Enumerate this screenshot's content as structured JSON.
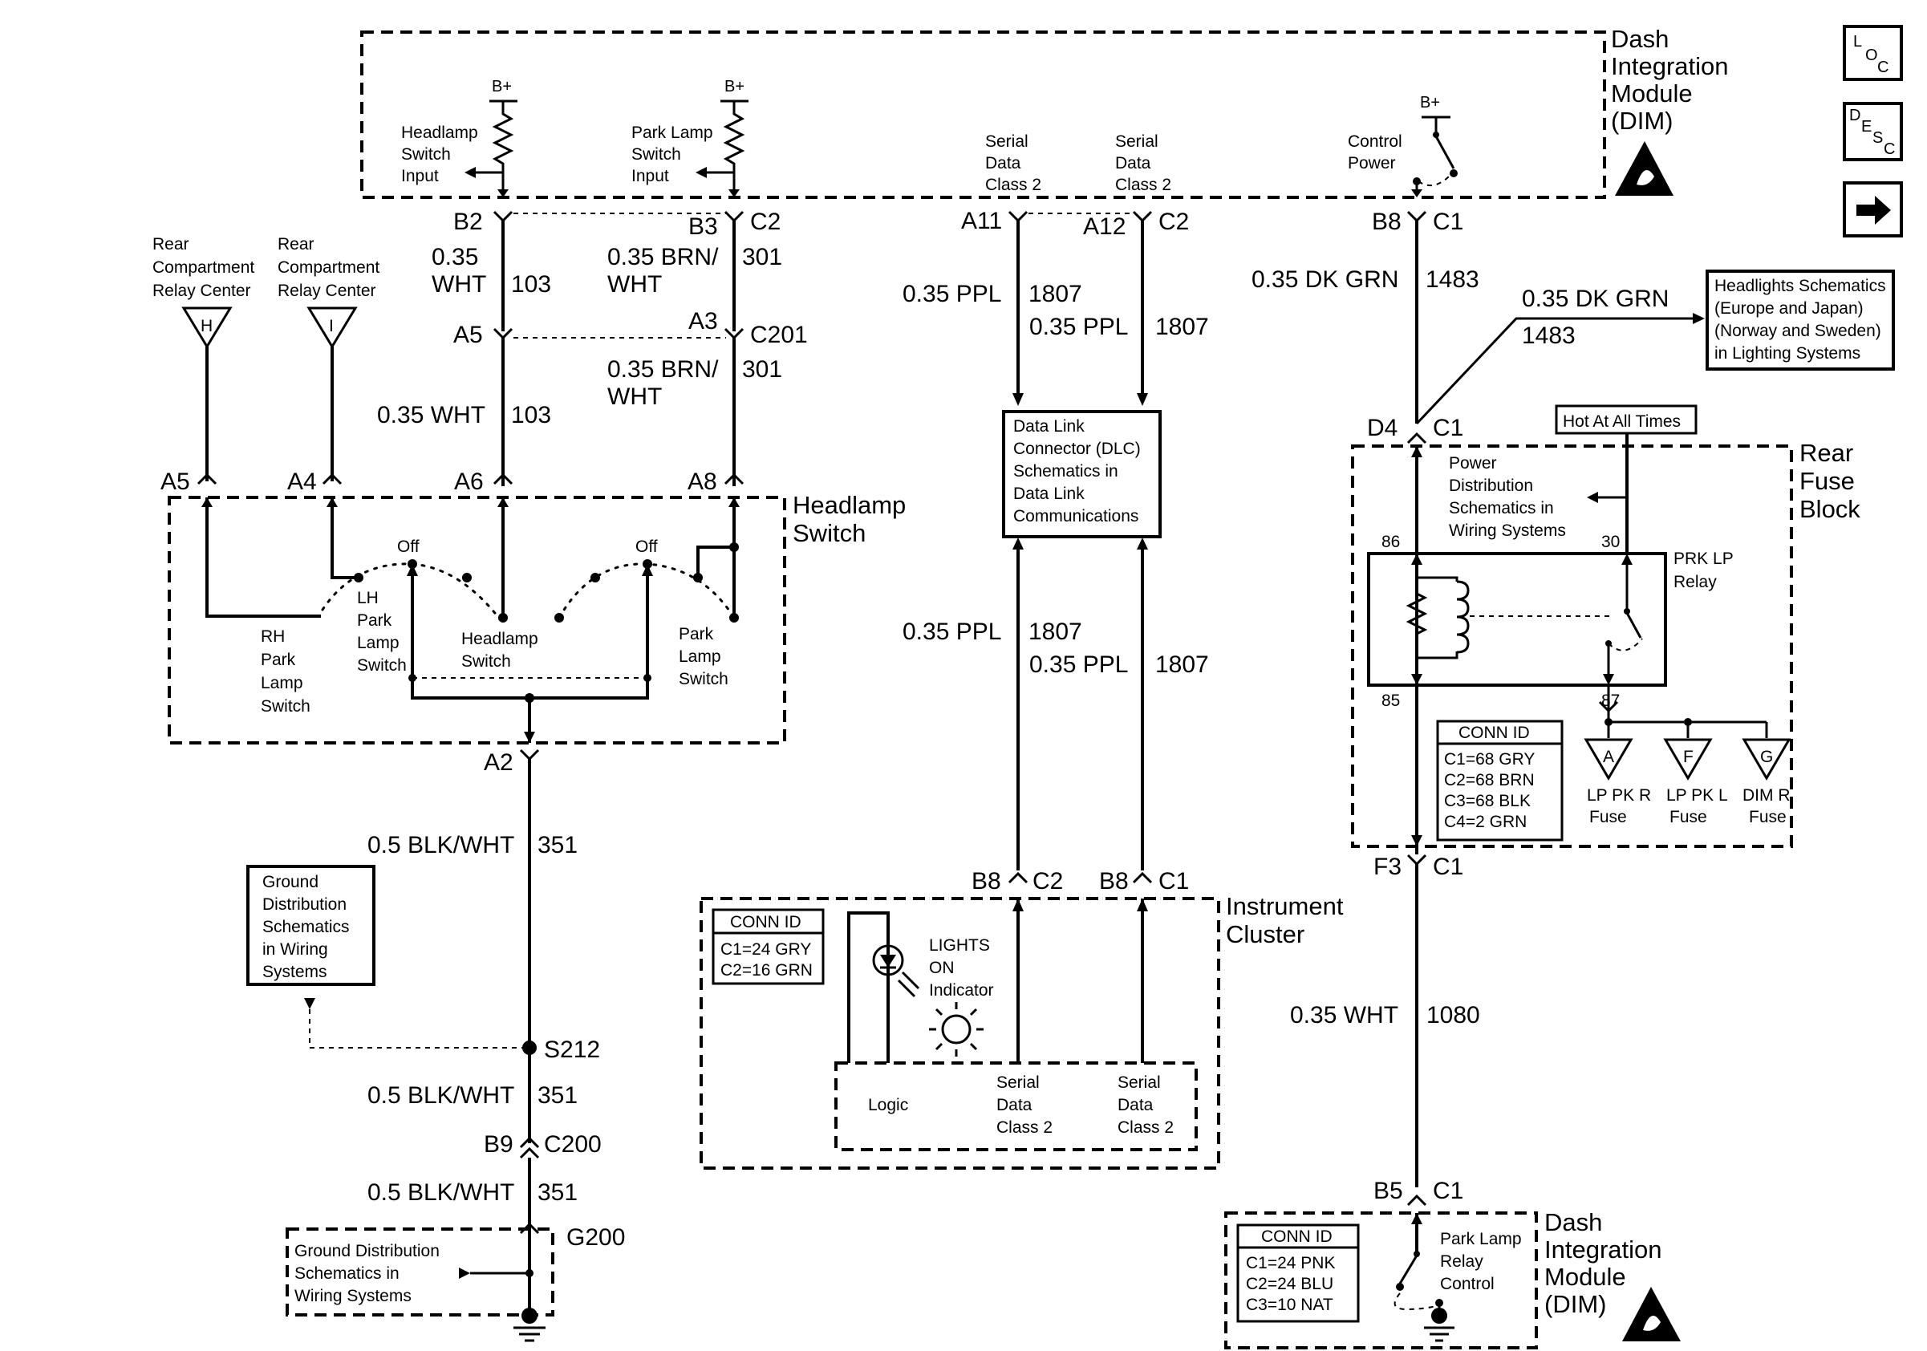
{
  "dim_top": {
    "title_lines": [
      "Dash",
      "Integration",
      "Module",
      "(DIM)"
    ],
    "supply": "B+",
    "headlamp_input": [
      "Headlamp",
      "Switch",
      "Input"
    ],
    "parklamp_input": [
      "Park Lamp",
      "Switch",
      "Input"
    ],
    "serial_data": [
      "Serial",
      "Data",
      "Class 2"
    ],
    "control_power": [
      "Control",
      "Power"
    ]
  },
  "side_icons": {
    "loc": [
      "L",
      "O",
      "C"
    ],
    "desc": [
      "D",
      "E",
      "S",
      "C"
    ],
    "arrow": "right-arrow-icon"
  },
  "connectors": {
    "b2": "B2",
    "b3": "B3",
    "c2": "C2",
    "a11": "A11",
    "a12": "A12",
    "b8": "B8",
    "c1": "C1",
    "a5": "A5",
    "a3": "A3",
    "c201": "C201",
    "a4": "A4",
    "a6": "A6",
    "a8": "A8",
    "a2": "A2",
    "d4": "D4",
    "f3": "F3",
    "b9": "B9",
    "c200": "C200",
    "b5": "B5"
  },
  "wires": {
    "w_035": "0.35",
    "wht": "WHT",
    "brn": "0.35 BRN/",
    "n103": "103",
    "n301": "301",
    "wht_103": "0.35 WHT",
    "ppl": "0.35 PPL",
    "n1807": "1807",
    "dkgrn": "0.35 DK GRN",
    "n1483": "1483",
    "blkwht": "0.5 BLK/WHT",
    "n351": "351",
    "wht1080": "0.35 WHT",
    "n1080": "1080"
  },
  "relay_center": {
    "rear_lines": [
      "Rear",
      "Compartment",
      "Relay Center"
    ],
    "h": "H",
    "i": "I"
  },
  "headlamp_switch": {
    "title_lines": [
      "Headlamp",
      "Switch"
    ],
    "off": "Off",
    "rh_park": [
      "RH",
      "Park",
      "Lamp",
      "Switch"
    ],
    "lh_park": [
      "LH",
      "Park",
      "Lamp",
      "Switch"
    ],
    "headlamp": [
      "Headlamp",
      "Switch"
    ],
    "park": [
      "Park",
      "Lamp",
      "Switch"
    ]
  },
  "ground_box": [
    "Ground",
    "Distribution",
    "Schematics",
    "in Wiring",
    "Systems"
  ],
  "splice": "S212",
  "ground_g200": {
    "label": "G200",
    "box": [
      "Ground Distribution",
      "Schematics in",
      "Wiring Systems"
    ]
  },
  "dlc": [
    "Data Link",
    "Connector (DLC)",
    "Schematics in",
    "Data Link",
    "Communications"
  ],
  "instrument_cluster": {
    "title_lines": [
      "Instrument",
      "Cluster"
    ],
    "conn_id": "CONN ID",
    "conn_rows": [
      "C1=24 GRY",
      "C2=16 GRN"
    ],
    "lights": [
      "LIGHTS",
      "ON",
      "Indicator"
    ],
    "logic": "Logic",
    "serial": [
      "Serial",
      "Data",
      "Class 2"
    ]
  },
  "headlights_ref": [
    "Headlights Schematics",
    "(Europe and Japan)",
    "(Norway and Sweden)",
    "in Lighting Systems"
  ],
  "rear_fuse_block": {
    "title_lines": [
      "Rear",
      "Fuse",
      "Block"
    ],
    "hot": "Hot At All Times",
    "power_dist": [
      "Power",
      "Distribution",
      "Schematics in",
      "Wiring Systems"
    ],
    "relay": [
      "PRK LP",
      "Relay"
    ],
    "pins": {
      "p86": "86",
      "p30": "30",
      "p85": "85",
      "p87": "87"
    },
    "conn_id": "CONN ID",
    "conn_rows": [
      "C1=68 GRY",
      "C2=68 BRN",
      "C3=68 BLK",
      "C4=2 GRN"
    ],
    "fuses": [
      {
        "letter": "A",
        "lines": [
          "LP PK R",
          "Fuse"
        ]
      },
      {
        "letter": "F",
        "lines": [
          "LP PK L",
          "Fuse"
        ]
      },
      {
        "letter": "G",
        "lines": [
          "DIM R",
          "Fuse"
        ]
      }
    ]
  },
  "dim_bottom": {
    "title_lines": [
      "Dash",
      "Integration",
      "Module",
      "(DIM)"
    ],
    "conn_id": "CONN ID",
    "conn_rows": [
      "C1=24 PNK",
      "C2=24 BLU",
      "C3=10 NAT"
    ],
    "control": [
      "Park Lamp",
      "Relay",
      "Control"
    ]
  }
}
